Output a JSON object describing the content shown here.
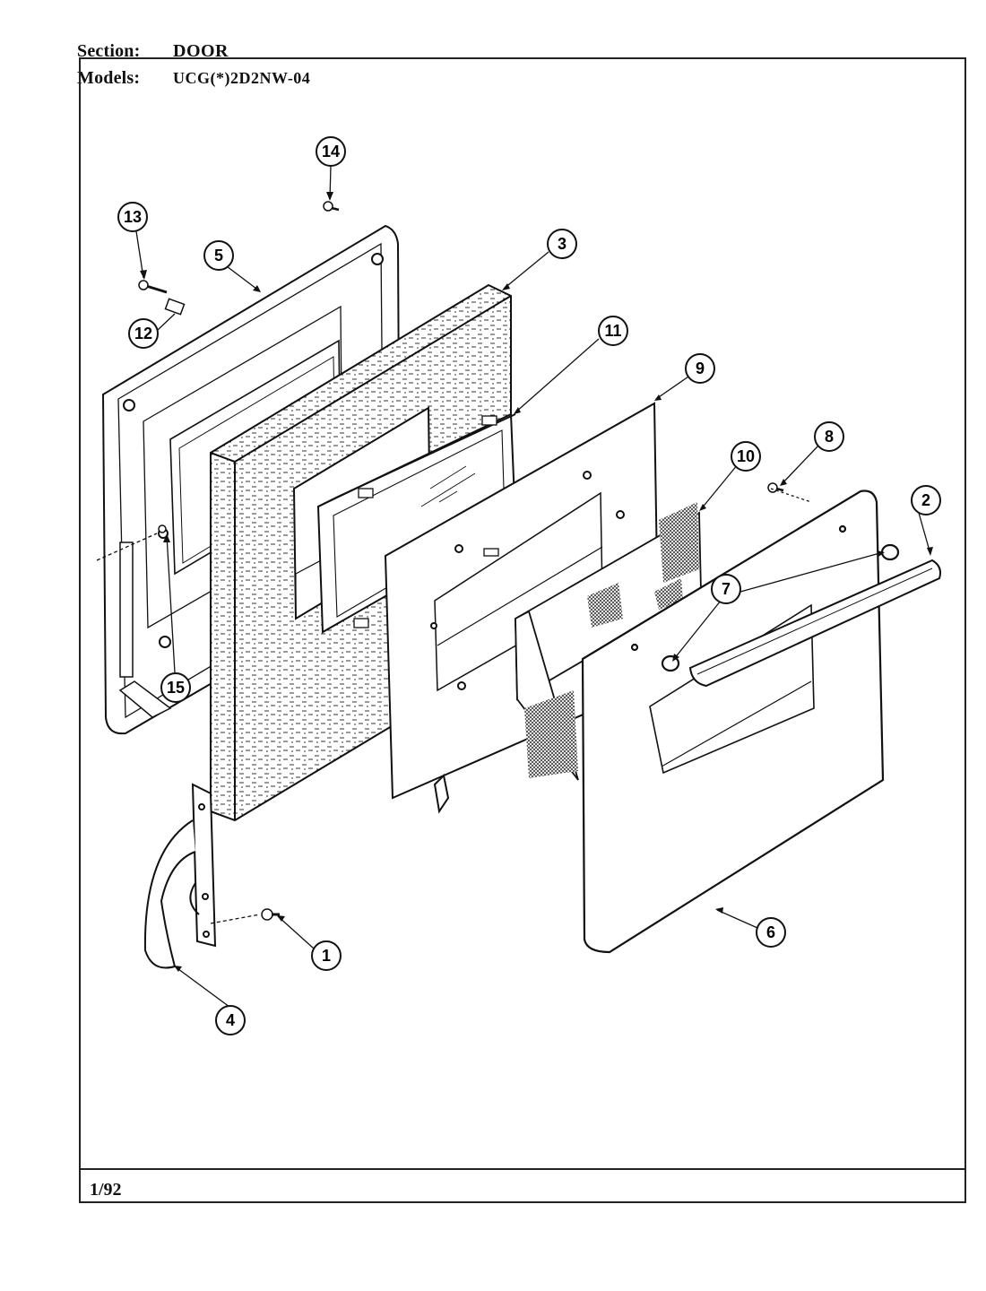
{
  "header": {
    "section_label": "Section:",
    "section_value": "DOOR",
    "models_label": "Models:",
    "models_value": "UCG(*)2D2NW-04"
  },
  "footer": {
    "date_code": "1/92"
  },
  "callouts": [
    "1",
    "2",
    "3",
    "4",
    "5",
    "6",
    "7",
    "8",
    "9",
    "10",
    "11",
    "12",
    "13",
    "14",
    "15"
  ]
}
